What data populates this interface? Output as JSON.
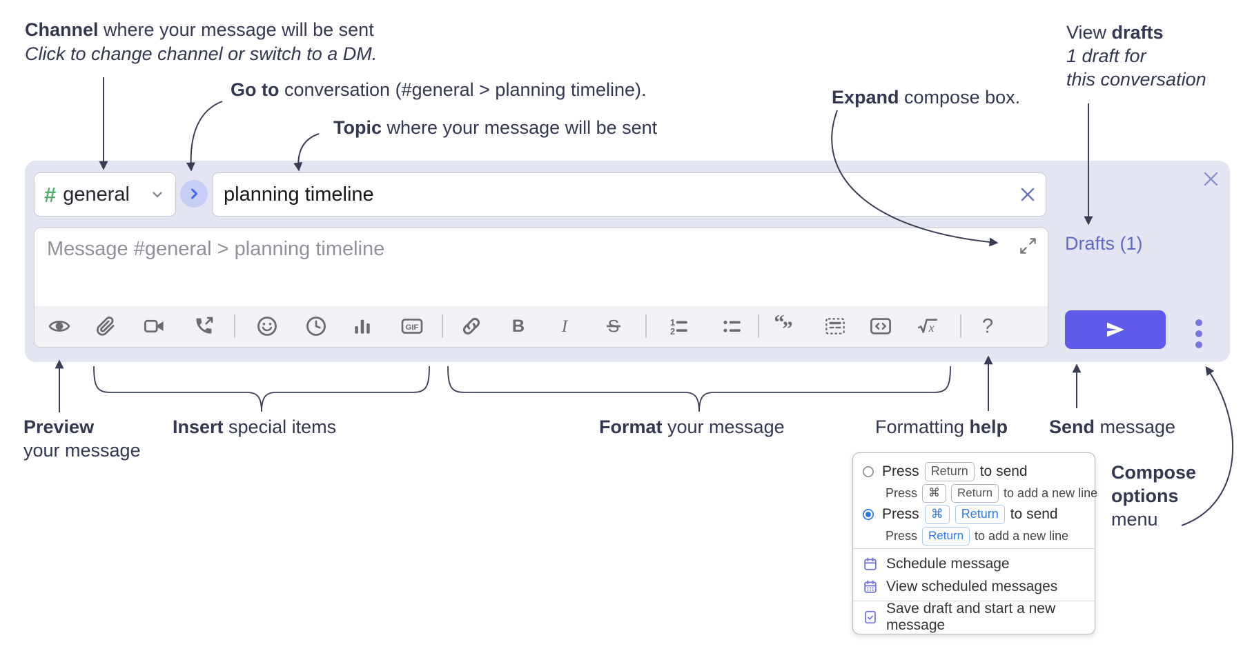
{
  "annotations": {
    "channel_line1_bold": "Channel",
    "channel_line1_rest": " where your message will be sent",
    "channel_line2": "Click to change channel or switch to a DM.",
    "goto_bold": "Go to",
    "goto_rest": " conversation (#general > planning timeline).",
    "topic_bold": "Topic",
    "topic_rest": " where your message will be sent",
    "expand_bold": "Expand",
    "expand_rest": " compose box.",
    "drafts_line1_regular": "View ",
    "drafts_line1_bold": "drafts",
    "drafts_line2": "1 draft for",
    "drafts_line3": "this conversation",
    "preview_bold": "Preview",
    "preview_line2": "your message",
    "insert_bold": "Insert",
    "insert_rest": " special items",
    "format_bold": "Format",
    "format_rest": " your message",
    "help_regular": "Formatting ",
    "help_bold": "help",
    "send_bold": "Send",
    "send_rest": " message",
    "compose_opts_line1": "Compose",
    "compose_opts_line2": "options",
    "compose_opts_line3": "menu"
  },
  "compose": {
    "channel": {
      "hash": "#",
      "name": "general"
    },
    "topic_value": "planning timeline",
    "message_placeholder": "Message #general > planning timeline",
    "drafts_link": "Drafts (1)"
  },
  "toolbar": {
    "icons": [
      "preview-icon",
      "attach-file-icon",
      "video-call-icon",
      "voice-call-icon",
      "divider",
      "emoji-icon",
      "time-icon",
      "poll-icon",
      "gif-icon",
      "divider",
      "link-icon",
      "bold-icon",
      "italic-icon",
      "strikethrough-icon",
      "divider",
      "numbered-list-icon",
      "bulleted-list-icon",
      "divider",
      "quote-icon",
      "spoiler-icon",
      "code-icon",
      "math-icon",
      "divider",
      "help-icon"
    ],
    "glyphs": {
      "bold": "B",
      "italic": "I",
      "strike": "S",
      "gif": "GIF",
      "code": "<>",
      "math_x": "x",
      "help": "?",
      "ol1": "1",
      "ol2": "2",
      "quote_open": "“",
      "quote_close": "”"
    }
  },
  "options_menu": {
    "option1": {
      "press": "Press",
      "key1": "Return",
      "after": "to send",
      "sub_press": "Press",
      "sub_key1": "⌘",
      "sub_key2": "Return",
      "sub_after": "to add a new line"
    },
    "option2": {
      "press": "Press",
      "key1": "⌘",
      "key2": "Return",
      "after": "to send",
      "sub_press": "Press",
      "sub_key1": "Return",
      "sub_after": "to add a new line"
    },
    "items": [
      {
        "icon": "calendar-icon",
        "label": "Schedule message"
      },
      {
        "icon": "calendar-days-icon",
        "label": "View scheduled messages"
      },
      {
        "icon": "save-draft-icon",
        "label": "Save draft and start a new message"
      }
    ]
  },
  "colors": {
    "compose_bg": "#e3e5f3",
    "send_button": "#5e5bea",
    "hash_green": "#54ad68",
    "accent_purple": "#6169c5",
    "accent_blue": "#2e7cea",
    "icon_gray": "#6a6a70",
    "annotation_ink": "#33374f"
  }
}
